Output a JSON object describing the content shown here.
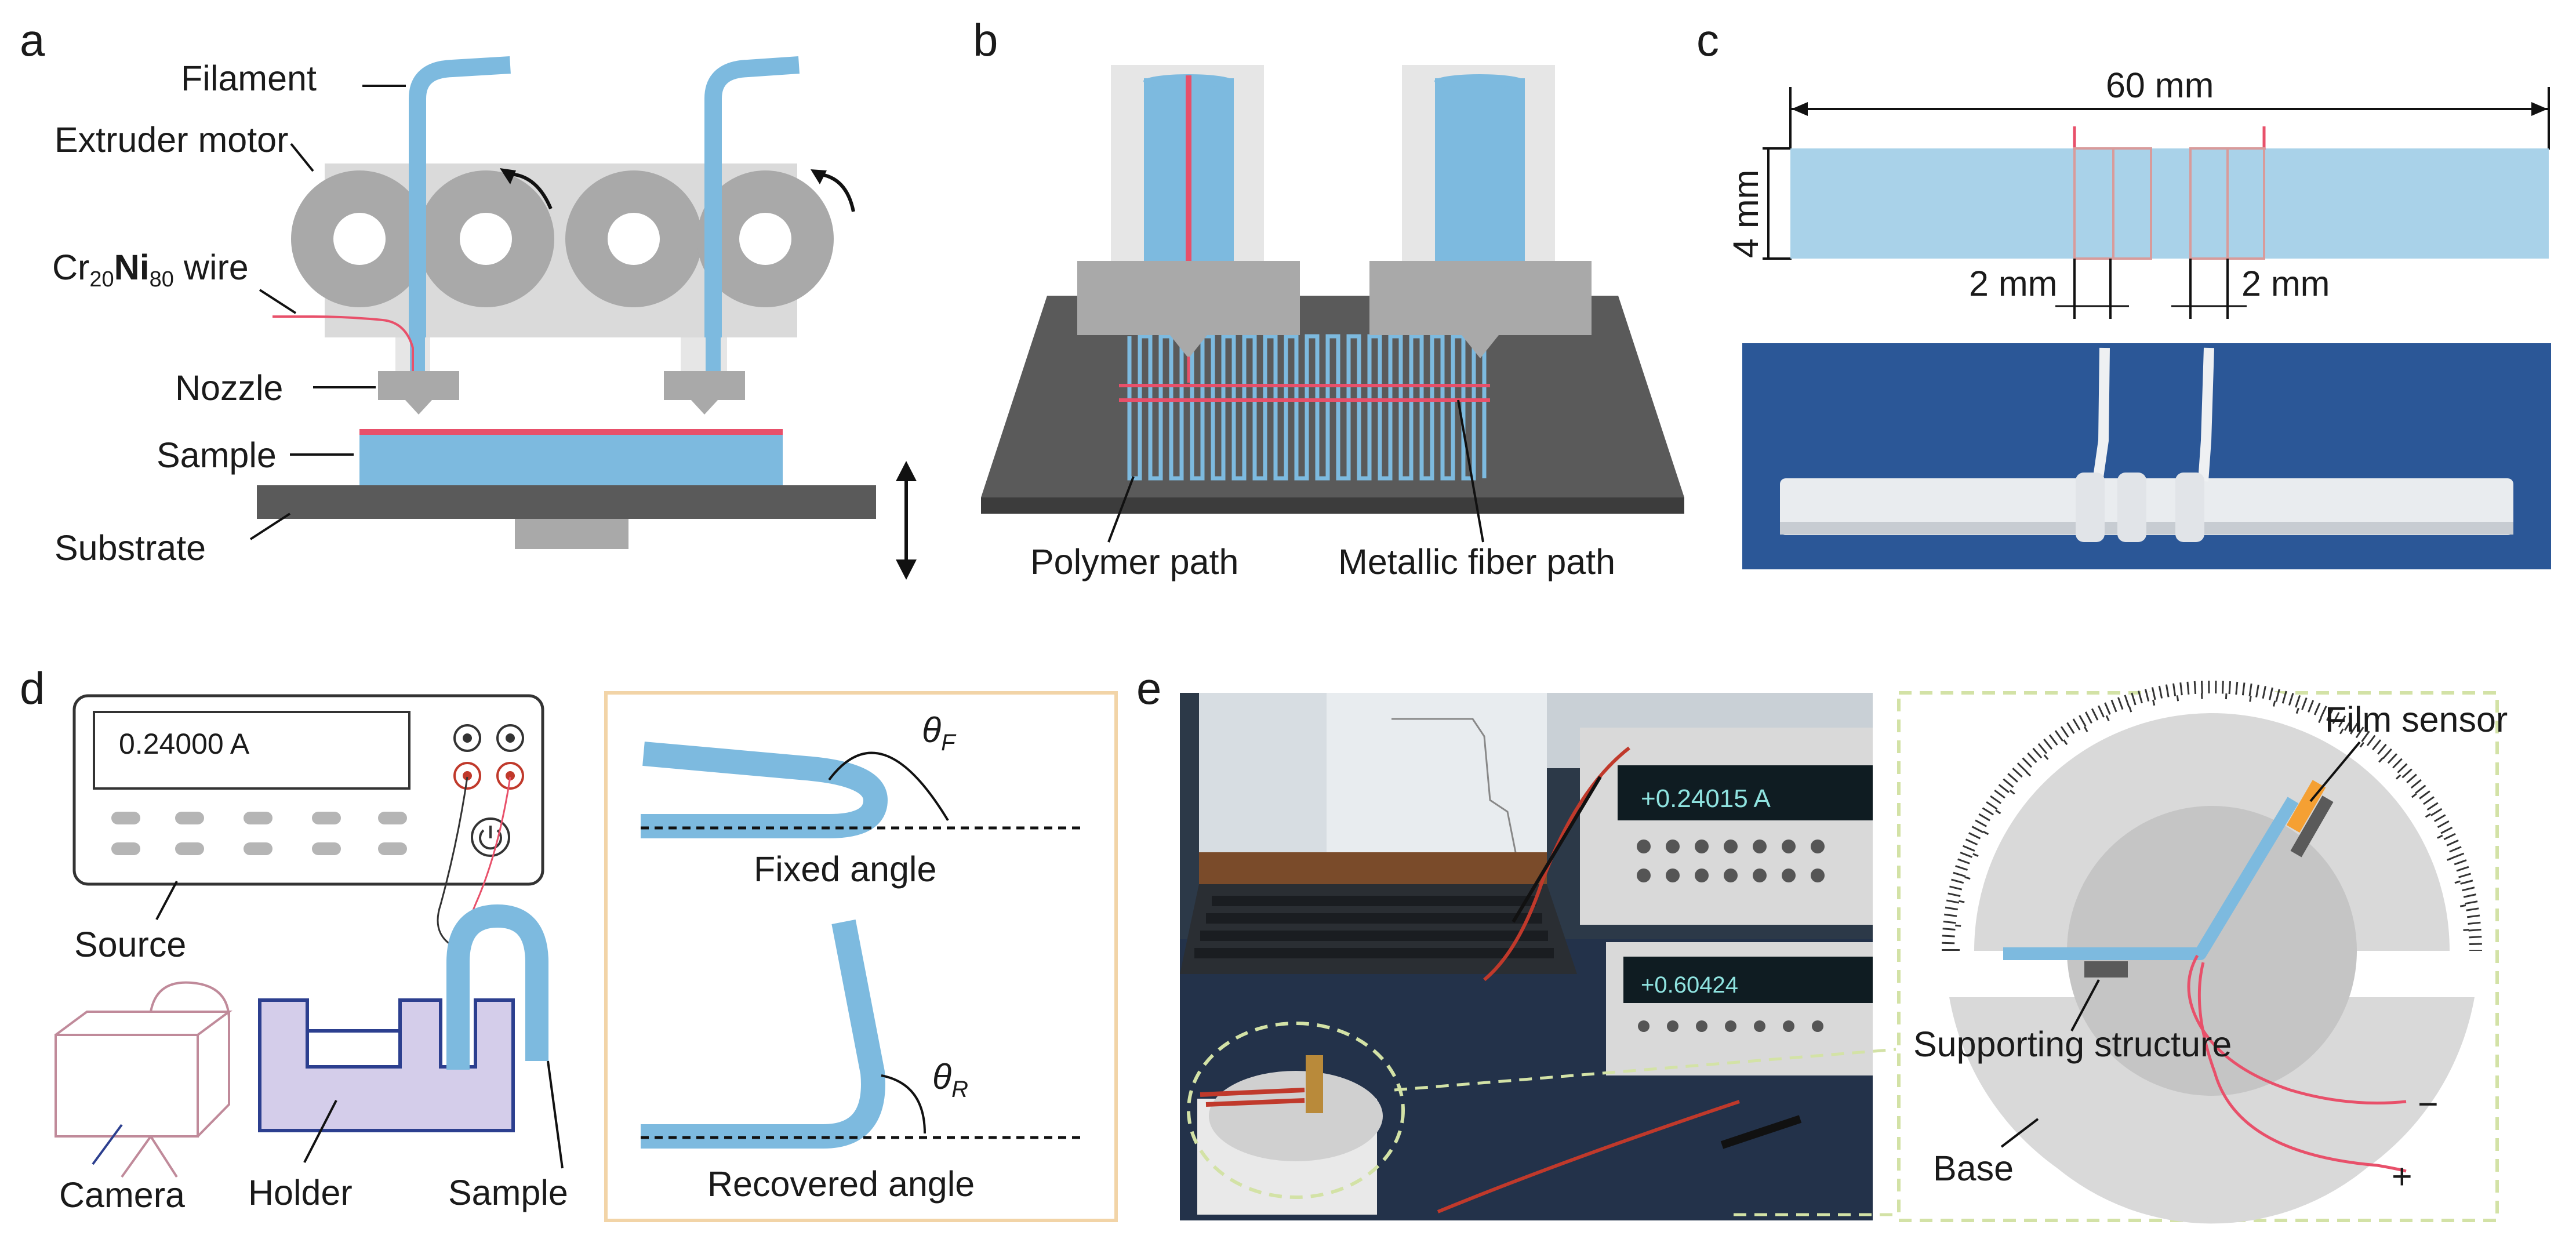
{
  "panels": {
    "a": {
      "letter": "a",
      "labels": {
        "filament": "Filament",
        "extruder_motor": "Extruder motor",
        "wire_prefix": "Cr",
        "wire_sub1": "20",
        "wire_mid": "Ni",
        "wire_sub2": "80",
        "wire_suffix": " wire",
        "nozzle": "Nozzle",
        "sample": "Sample",
        "substrate": "Substrate"
      }
    },
    "b": {
      "letter": "b",
      "labels": {
        "polymer_path": "Polymer path",
        "metallic_fiber_path": "Metallic fiber path"
      }
    },
    "c": {
      "letter": "c",
      "labels": {
        "length": "60 mm",
        "width": "4 mm",
        "gap_left": "2 mm",
        "gap_right": "2 mm"
      }
    },
    "d": {
      "letter": "d",
      "labels": {
        "display_value": "0.24000 A",
        "source": "Source",
        "camera": "Camera",
        "holder": "Holder",
        "sample": "Sample",
        "theta": "θ",
        "theta_f_sub": "F",
        "theta_r_sub": "R",
        "fixed_angle": "Fixed angle",
        "recovered_angle": "Recovered angle"
      }
    },
    "e": {
      "letter": "e",
      "labels": {
        "meter_top_reading": "+0.24015 A",
        "meter_bottom_reading": "+0.60424",
        "film_sensor": "Film sensor",
        "supporting_structure": "Supporting structure",
        "base": "Base",
        "minus": "−",
        "plus": "+"
      }
    }
  },
  "colors": {
    "filament_blue": "#7dbadf",
    "sample_blue": "#a9d2e9",
    "wire_red": "#e8506a",
    "gray_dark": "#5a5a5a",
    "gray_mid": "#b5b5b5",
    "gray_light": "#e1e1e1",
    "holder_purple": "#d4cdea",
    "holder_border": "#2c3f8f",
    "frame_orange": "#f2d4a7",
    "frame_green": "#d3e2a6",
    "sensor_orange": "#f5a033"
  }
}
